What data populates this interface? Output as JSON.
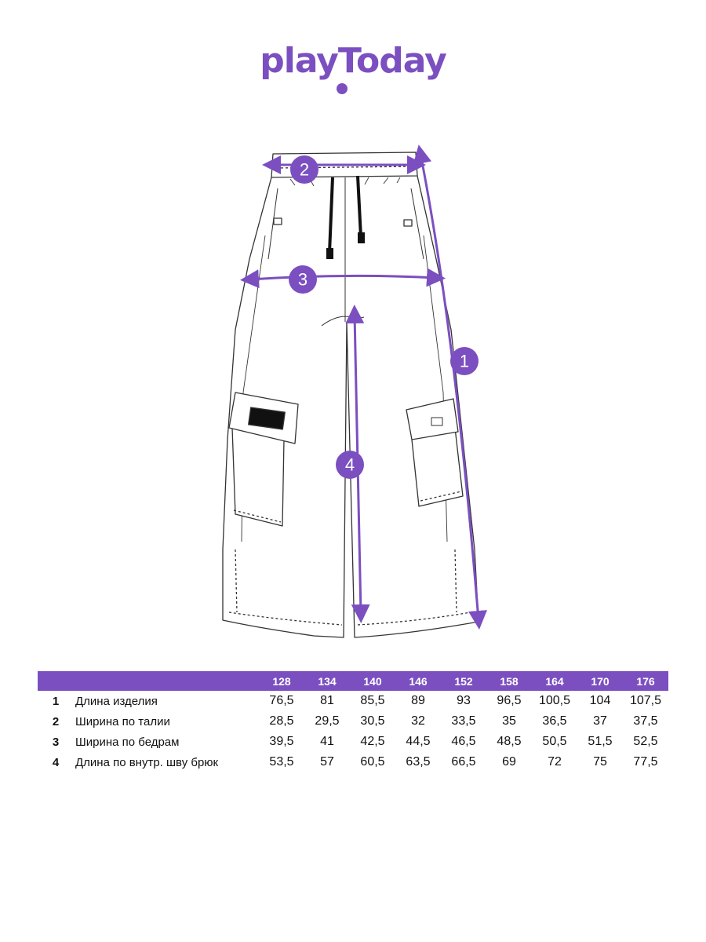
{
  "brand": {
    "logo_text": "playToday",
    "color": "#7b4fc0"
  },
  "measure_badges": {
    "badge_1": "1",
    "badge_2": "2",
    "badge_3": "3",
    "badge_4": "4"
  },
  "colors": {
    "accent": "#7b4fc0",
    "outline": "#333333",
    "header_text": "#ffffff"
  },
  "size_table": {
    "sizes": [
      "128",
      "134",
      "140",
      "146",
      "152",
      "158",
      "164",
      "170",
      "176"
    ],
    "rows": [
      {
        "num": "1",
        "label": "Длина изделия",
        "values": [
          "76,5",
          "81",
          "85,5",
          "89",
          "93",
          "96,5",
          "100,5",
          "104",
          "107,5"
        ]
      },
      {
        "num": "2",
        "label": "Ширина по талии",
        "values": [
          "28,5",
          "29,5",
          "30,5",
          "32",
          "33,5",
          "35",
          "36,5",
          "37",
          "37,5"
        ]
      },
      {
        "num": "3",
        "label": "Ширина по бедрам",
        "values": [
          "39,5",
          "41",
          "42,5",
          "44,5",
          "46,5",
          "48,5",
          "50,5",
          "51,5",
          "52,5"
        ]
      },
      {
        "num": "4",
        "label": "Длина по внутр. шву брюк",
        "values": [
          "53,5",
          "57",
          "60,5",
          "63,5",
          "66,5",
          "69",
          "72",
          "75",
          "77,5"
        ]
      }
    ]
  }
}
